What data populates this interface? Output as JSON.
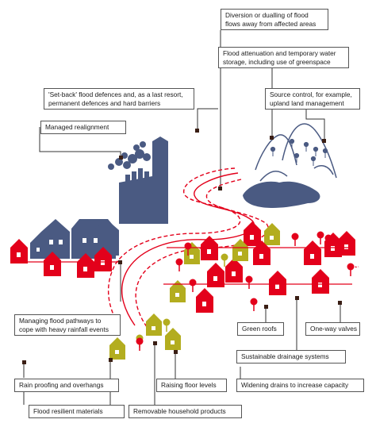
{
  "labels": {
    "diversion": [
      "Diversion or dualling of flood",
      "flows away from affected areas"
    ],
    "attenuation": [
      "Flood attenuation and temporary water",
      "storage, including use of greenspace"
    ],
    "source_control": [
      "Source control, for example,",
      "upland land management"
    ],
    "set_back": [
      "'Set-back' flood defences and, as a last resort,",
      "permanent defences and hard barriers"
    ],
    "managed_realignment": "Managed realignment",
    "flood_pathways": [
      "Managing flood pathways to",
      "cope with heavy rainfall events"
    ],
    "green_roofs": "Green roofs",
    "one_way_valves": "One-way valves",
    "sustainable_drainage": "Sustainable drainage systems",
    "widening_drains": "Widening drains to increase capacity",
    "rain_proofing": "Rain proofing and overhangs",
    "raising_floor": "Raising floor levels",
    "resilient_materials": "Flood resilient materials",
    "removable_products": "Removable household products"
  },
  "colors": {
    "factory": "#4a5a82",
    "flood_house": "#e3001b",
    "resilient_house": "#b3ad1f",
    "river": "#e3001b",
    "hills": "#4a5a82",
    "marker": "#3a1e14"
  }
}
